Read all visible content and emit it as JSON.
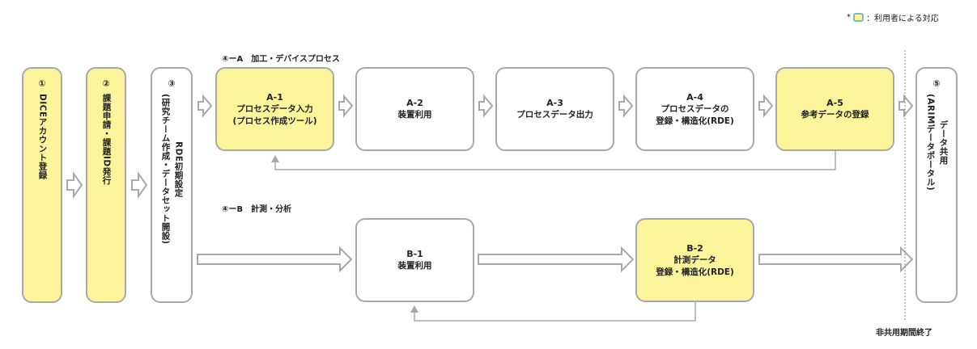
{
  "legend": {
    "marker": "*",
    "text": "：利用者による対応"
  },
  "colors": {
    "user_action": "#fbf49b",
    "border": "#a8a8a8",
    "legend_border": "#7bb7c9",
    "arrow": "#a8a8a8"
  },
  "stages": {
    "s1": {
      "num": "①",
      "text": "DICEアカウント登録"
    },
    "s2": {
      "num": "②",
      "text": "課題申請・課題ID発行"
    },
    "s3": {
      "num": "③",
      "line1": "RDE初期設定",
      "line2": "(研究チーム作成・データセット開設)"
    },
    "s5": {
      "num": "⑤",
      "line1": "データ共用",
      "line2": "(ARIMデータポータル)"
    }
  },
  "process_a": {
    "title": "④ーA　加工・デバイスプロセス",
    "boxes": [
      {
        "id": "A-1",
        "lines": [
          "プロセスデータ入力",
          "(プロセス作成ツール)"
        ]
      },
      {
        "id": "A-2",
        "lines": [
          "装置利用"
        ]
      },
      {
        "id": "A-3",
        "lines": [
          "プロセスデータ出力"
        ]
      },
      {
        "id": "A-4",
        "lines": [
          "プロセスデータの",
          "登録・構造化(RDE)"
        ]
      },
      {
        "id": "A-5",
        "lines": [
          "参考データの登録"
        ]
      }
    ]
  },
  "process_b": {
    "title": "④ーB　計測・分析",
    "boxes": [
      {
        "id": "B-1",
        "lines": [
          "装置利用"
        ]
      },
      {
        "id": "B-2",
        "lines": [
          "計測データ",
          "登録・構造化(RDE)"
        ]
      }
    ]
  },
  "end_label": "非共用期間終了"
}
